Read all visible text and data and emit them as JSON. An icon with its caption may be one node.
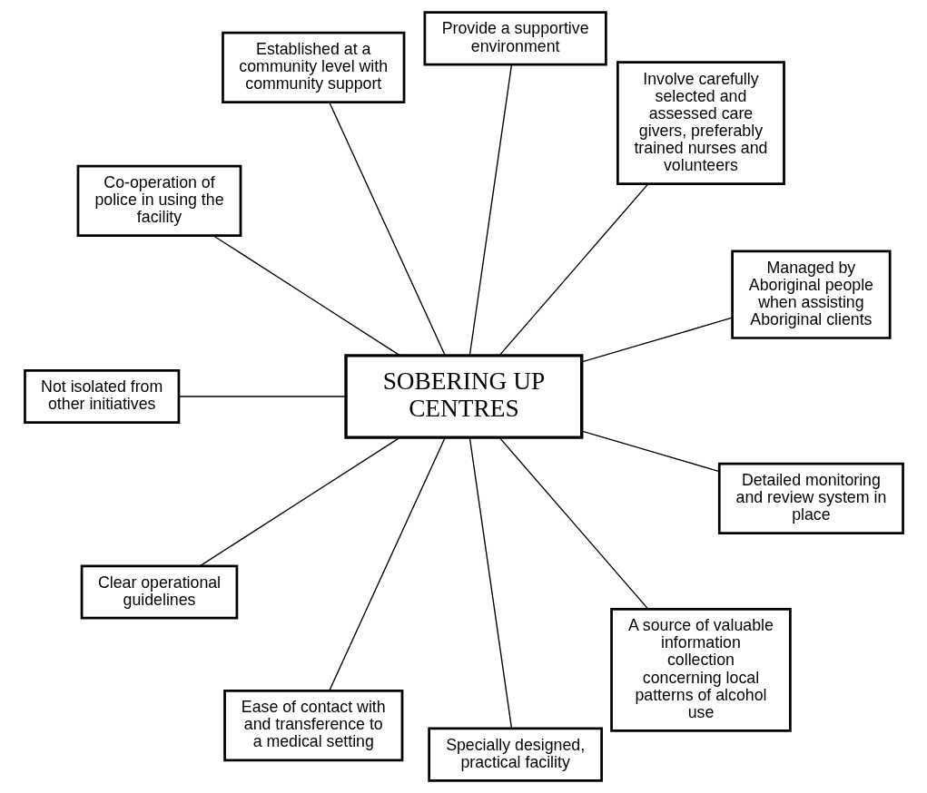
{
  "diagram": {
    "nodes": [
      {
        "text": [
          "Managed by Aboriginal people when assisting Aboriginal clients"
        ]
      },
      {
        "text": [
          "Involve carefully selected and assessed care givers, preferably trained nurses and volunteers"
        ]
      },
      {
        "text": [
          "Provide a supportive environment"
        ]
      },
      {
        "text": [
          "Established at a community level with community support"
        ]
      },
      {
        "text": [
          "Co-operation of police in using the facility"
        ]
      },
      {
        "text": [
          "SOBERING UP CENTRES"
        ]
      },
      {
        "text": [
          "Not isolated from other initiatives"
        ]
      },
      {
        "text": [
          "Clear operational guidelines"
        ]
      },
      {
        "text": [
          "Ease of contact with and transference to a medical setting"
        ]
      },
      {
        "text": [
          "Specially designed, practical facility"
        ]
      },
      {
        "text": [
          "A source of valuable information collection concerning local patterns of alcohol use"
        ]
      },
      {
        "text": [
          "Detailed monitoring and review system in place"
        ]
      }
    ],
    "edges": [
      {
        "from": 5,
        "to": 0,
        "arrow": "none"
      },
      {
        "from": 5,
        "to": 1,
        "arrow": "none"
      },
      {
        "from": 5,
        "to": 2,
        "arrow": "none"
      },
      {
        "from": 5,
        "to": 3,
        "arrow": "none"
      },
      {
        "from": 5,
        "to": 4,
        "arrow": "none"
      },
      {
        "from": 5,
        "to": 6,
        "arrow": "none"
      },
      {
        "from": 5,
        "to": 7,
        "arrow": "none"
      },
      {
        "from": 5,
        "to": 8,
        "arrow": "none"
      },
      {
        "from": 5,
        "to": 9,
        "arrow": "none"
      },
      {
        "from": 5,
        "to": 10,
        "arrow": "none"
      },
      {
        "from": 5,
        "to": 11,
        "arrow": "none"
      }
    ]
  }
}
